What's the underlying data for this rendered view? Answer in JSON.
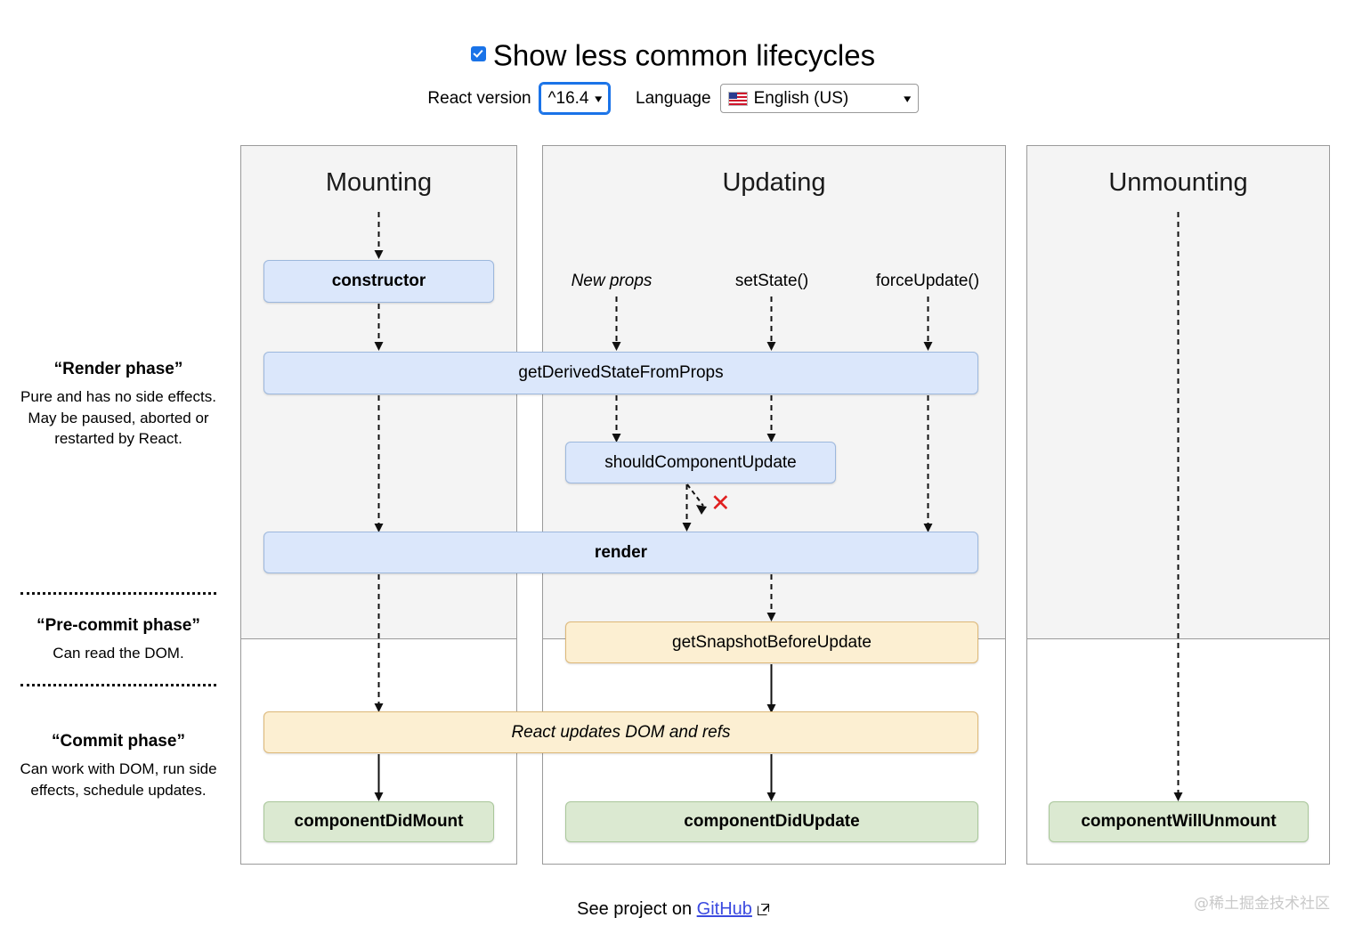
{
  "header": {
    "checkbox_label": "Show less common lifecycles",
    "checkbox_checked": true,
    "react_version_label": "React version",
    "react_version_value": "^16.4",
    "language_label": "Language",
    "language_value": "English (US)",
    "language_flag": "us-flag-icon",
    "chevron": "⌄"
  },
  "phases": [
    {
      "title": "“Render phase”",
      "body": "Pure and has no side effects. May be paused, aborted or restarted by React."
    },
    {
      "title": "“Pre-commit phase”",
      "body": "Can read the DOM."
    },
    {
      "title": "“Commit phase”",
      "body": "Can work with DOM, run side effects, schedule updates."
    }
  ],
  "columns": {
    "mounting": "Mounting",
    "updating": "Updating",
    "unmounting": "Unmounting"
  },
  "triggers": {
    "new_props": "New props",
    "set_state": "setState()",
    "force_update": "forceUpdate()"
  },
  "boxes": {
    "constructor": "constructor",
    "get_derived_state_from_props": "getDerivedStateFromProps",
    "should_component_update": "shouldComponentUpdate",
    "render": "render",
    "get_snapshot_before_update": "getSnapshotBeforeUpdate",
    "react_updates_dom": "React updates DOM and refs",
    "component_did_mount": "componentDidMount",
    "component_did_update": "componentDidUpdate",
    "component_will_unmount": "componentWillUnmount"
  },
  "markers": {
    "skip_render_x": "✕"
  },
  "footer": {
    "text_before": "See project on ",
    "link_label": "GitHub",
    "external_icon": "external-link-icon",
    "watermark": "@稀土掘金技术社区"
  },
  "colors": {
    "blue_fill": "#dbe7fb",
    "blue_border": "#9db8dd",
    "yellow_fill": "#fcefd2",
    "yellow_border": "#ddb878",
    "green_fill": "#dbe9d1",
    "green_border": "#a9c79a",
    "accent": "#1a73e8",
    "link": "#3b4ae0",
    "danger": "#e02020",
    "column_bg": "#f4f4f4"
  }
}
